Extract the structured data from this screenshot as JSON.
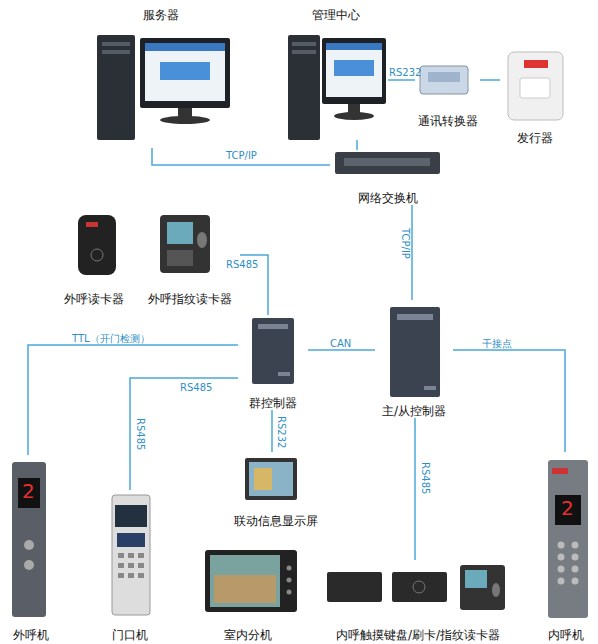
{
  "diagram": {
    "nodes": [
      {
        "text": [
          "服务器"
        ]
      },
      {
        "text": [
          "管理中心"
        ]
      },
      {
        "text": [
          "通讯转换器"
        ]
      },
      {
        "text": [
          "发行器"
        ]
      },
      {
        "text": [
          "网络交换机"
        ]
      },
      {
        "text": [
          "外呼读卡器"
        ]
      },
      {
        "text": [
          "外呼指纹读卡器"
        ]
      },
      {
        "text": [
          "群控制器"
        ]
      },
      {
        "text": [
          "主/从控制器"
        ]
      },
      {
        "text": [
          "联动信息显示屏"
        ]
      },
      {
        "text": [
          "外呼机"
        ]
      },
      {
        "text": [
          "门口机"
        ]
      },
      {
        "text": [
          "室内分机"
        ]
      },
      {
        "text": [
          "内呼触摸键盘/刷卡/指纹读卡器"
        ]
      },
      {
        "text": [
          "内呼机"
        ]
      }
    ],
    "edges": [
      {
        "from": 0,
        "to": 4,
        "label": "TCP/IP",
        "arrow": "none"
      },
      {
        "from": 1,
        "to": 4,
        "arrow": "none"
      },
      {
        "from": 1,
        "to": 2,
        "label": "RS232",
        "arrow": "none"
      },
      {
        "from": 2,
        "to": 3,
        "arrow": "none"
      },
      {
        "from": 4,
        "to": 8,
        "label": "TCP/IP",
        "arrow": "none"
      },
      {
        "from": 6,
        "to": 7,
        "label": "RS485",
        "arrow": "none"
      },
      {
        "from": 7,
        "to": 8,
        "label": "CAN",
        "arrow": "none"
      },
      {
        "from": 7,
        "to": 10,
        "label": "TTL（开门检测）",
        "arrow": "none"
      },
      {
        "from": 7,
        "to": 11,
        "label": "RS485",
        "arrow": "none"
      },
      {
        "from": 7,
        "to": 9,
        "label": "RS232",
        "arrow": "none"
      },
      {
        "from": 8,
        "to": 14,
        "label": "干接点",
        "arrow": "none"
      },
      {
        "from": 8,
        "to": 13,
        "label": "RS485",
        "arrow": "none"
      }
    ],
    "labels": [
      "RS485",
      "2",
      "2"
    ]
  }
}
